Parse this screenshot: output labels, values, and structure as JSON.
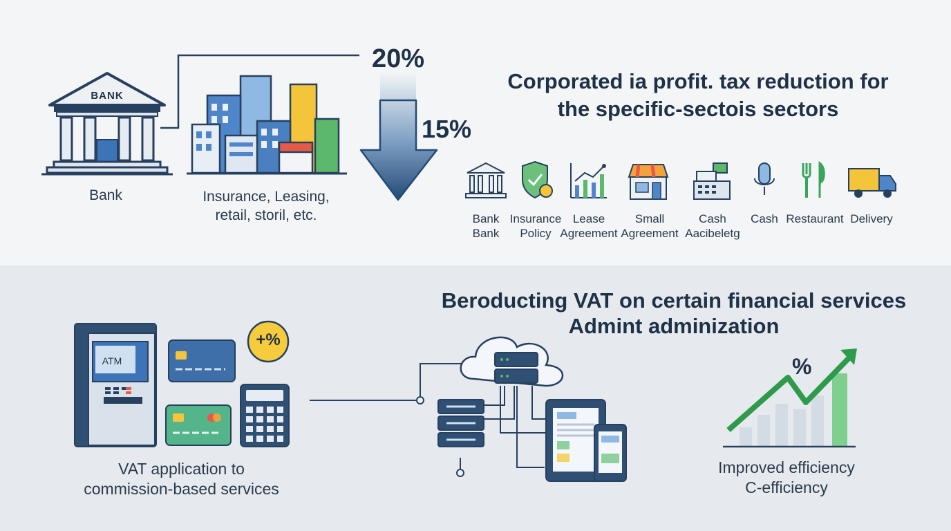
{
  "top": {
    "bank_icon_text": "BANK",
    "bank_label": "Bank",
    "buildings_label_1": "Insurance, Leasing,",
    "buildings_label_2": "retail, storil, etc.",
    "rate_from": "20%",
    "rate_to": "15%",
    "title_1": "Corporated ia profit. tax reduction for",
    "title_2": "the specific-sectois sectors",
    "sectors": [
      {
        "icon": "bank-icon",
        "line1": "Bank",
        "line2": "Bank"
      },
      {
        "icon": "shield-check-icon",
        "line1": "Insurance",
        "line2": "Policy"
      },
      {
        "icon": "growth-chart-icon",
        "line1": "Lease",
        "line2": "Agreement"
      },
      {
        "icon": "storefront-icon",
        "line1": "Small",
        "line2": "Agreement"
      },
      {
        "icon": "cash-register-icon",
        "line1": "Cash",
        "line2": "Aacibeletg"
      },
      {
        "icon": "microphone-icon",
        "line1": "Cash",
        "line2": ""
      },
      {
        "icon": "fork-knife-icon",
        "line1": "Restaurant",
        "line2": ""
      },
      {
        "icon": "delivery-truck-icon",
        "line1": "Delivery",
        "line2": ""
      }
    ]
  },
  "bottom": {
    "title_1": "Beroducting VAT on certain financial services",
    "title_2": "Admint adminization",
    "atm_text": "ATM",
    "badge_text": "+%",
    "vat_label_1": "VAT application to",
    "vat_label_2": "commission-based services",
    "chart_symbol": "%",
    "eff_label_1": "Improved efficiency",
    "eff_label_2": "C-efficiency"
  },
  "colors": {
    "navy": "#1f3b5c",
    "blue": "#3d6fa8",
    "green": "#3aa55a",
    "yellow": "#f2c230"
  }
}
